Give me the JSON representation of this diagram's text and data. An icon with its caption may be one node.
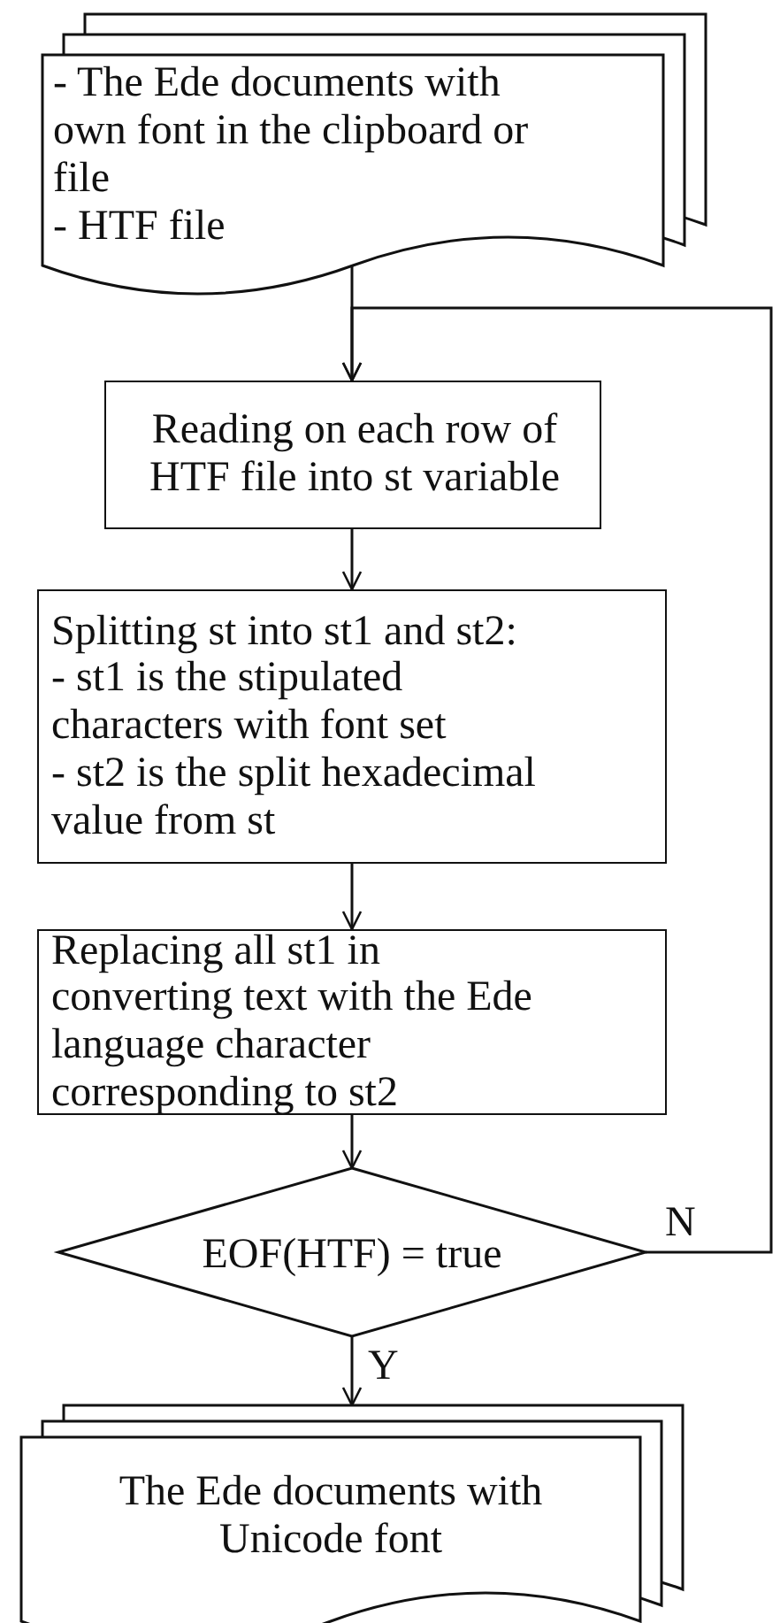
{
  "diagram": {
    "nodes": [
      {
        "text": [
          "- The Ede documents with own font in the clipboard or file",
          "- HTF file"
        ]
      },
      {
        "text": [
          "Reading on each row of HTF file into st variable"
        ]
      },
      {
        "text": [
          "Splitting st into st1 and st2:",
          "- st1 is the stipulated characters with font set",
          "- st2 is the split hexadecimal value from st"
        ]
      },
      {
        "text": [
          "Replacing all st1 in converting text with the Ede language character corresponding to st2"
        ]
      },
      {
        "text": [
          "EOF(HTF) = true"
        ]
      },
      {
        "text": [
          "The Ede documents with Unicode font"
        ]
      }
    ],
    "edges": [
      {
        "from": 0,
        "to": 1,
        "arrow": "to"
      },
      {
        "from": 1,
        "to": 2,
        "arrow": "to"
      },
      {
        "from": 2,
        "to": 3,
        "arrow": "to"
      },
      {
        "from": 3,
        "to": 4,
        "arrow": "to"
      },
      {
        "from": 4,
        "to": 1,
        "arrow": "to",
        "label": "N"
      },
      {
        "from": 4,
        "to": 5,
        "arrow": "to",
        "label": "Y"
      }
    ]
  }
}
